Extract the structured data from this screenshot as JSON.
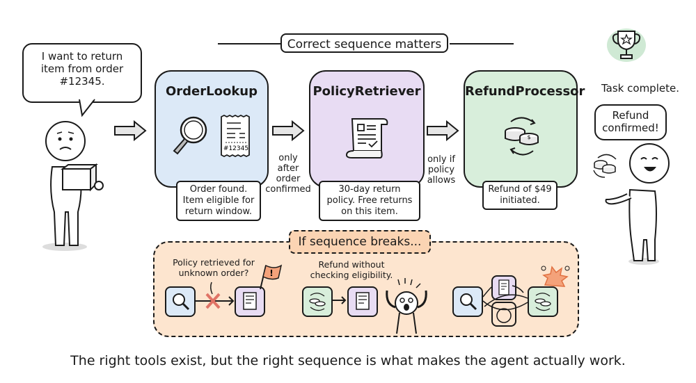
{
  "header": {
    "title": "Correct sequence matters"
  },
  "customer": {
    "speech": [
      "I want to return",
      "item from order",
      "#12345."
    ],
    "mood": "worried"
  },
  "flow": {
    "tools": [
      {
        "name": "OrderLookup",
        "icon": "magnifier-receipt-icon",
        "receipt_text": "#12345",
        "note": [
          "Order found.",
          "Item eligible for",
          "return window."
        ],
        "color": "#dce9f7"
      },
      {
        "name": "PolicyRetriever",
        "icon": "policy-scroll-icon",
        "note": [
          "30-day return",
          "policy. Free returns",
          "on this item."
        ],
        "color": "#e8dcf3"
      },
      {
        "name": "RefundProcessor",
        "icon": "coins-exchange-icon",
        "note": [
          "Refund of $49",
          "initiated."
        ],
        "color": "#d8eedb"
      }
    ],
    "connectors": [
      {
        "label": [
          "only",
          "after",
          "order",
          "confirmed"
        ]
      },
      {
        "label": [
          "only if",
          "policy",
          "allows"
        ]
      }
    ]
  },
  "outcome": {
    "status": "Task complete.",
    "speech": [
      "Refund",
      "confirmed!"
    ],
    "mood": "happy"
  },
  "failure": {
    "title": "If sequence breaks...",
    "scenarios": [
      {
        "caption": [
          "Policy retrieved for",
          "unknown order?"
        ],
        "flag": "!"
      },
      {
        "caption": [
          "Refund without",
          "checking eligibility."
        ]
      },
      {
        "caption": []
      }
    ],
    "bg": "#fde5cf"
  },
  "footer": {
    "caption": "The right tools exist, but the right sequence is what makes the agent actually work."
  }
}
